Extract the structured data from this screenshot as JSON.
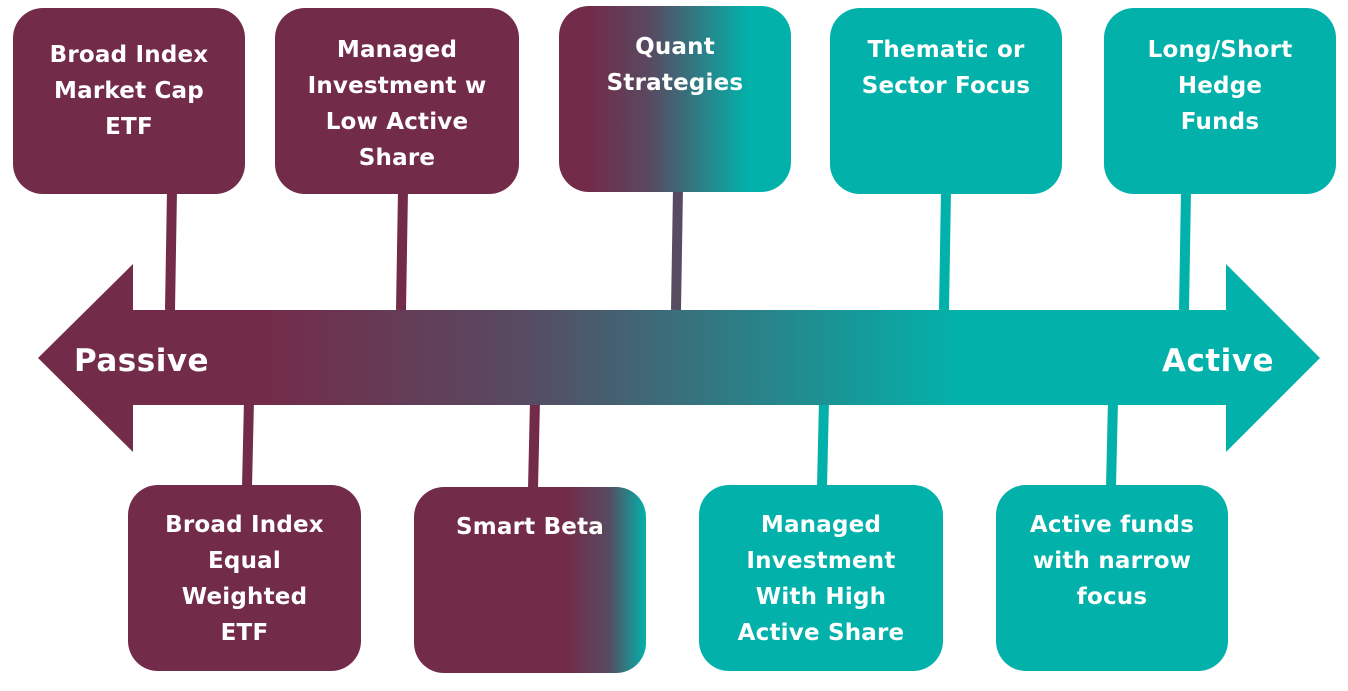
{
  "colors": {
    "passive": "#722c4a",
    "active": "#02b2aa",
    "mid": "#574b62"
  },
  "axis": {
    "left_label": "Passive",
    "right_label": "Active"
  },
  "top_boxes": [
    {
      "id": "broad-index-market-cap-etf",
      "text": "Broad Index\nMarket Cap\nETF"
    },
    {
      "id": "managed-investment-low-active-share",
      "text": "Managed\nInvestment w\nLow Active\nShare"
    },
    {
      "id": "quant-strategies",
      "text": "Quant\nStrategies"
    },
    {
      "id": "thematic-or-sector-focus",
      "text": "Thematic or\nSector Focus"
    },
    {
      "id": "long-short-hedge-funds",
      "text": "Long/Short\nHedge\nFunds"
    }
  ],
  "bottom_boxes": [
    {
      "id": "broad-index-equal-weighted-etf",
      "text": "Broad Index\nEqual\nWeighted\nETF"
    },
    {
      "id": "smart-beta",
      "text": "Smart Beta"
    },
    {
      "id": "managed-investment-high-active-share",
      "text": "Managed\nInvestment\nWith High\nActive Share"
    },
    {
      "id": "active-funds-narrow-focus",
      "text": "Active funds\nwith narrow\nfocus"
    }
  ]
}
